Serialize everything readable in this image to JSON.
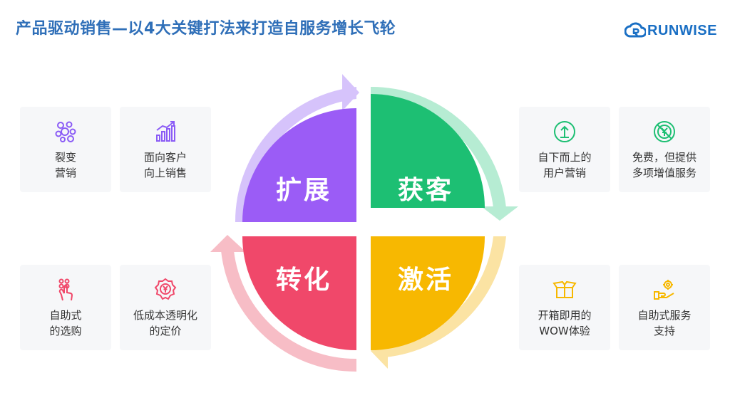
{
  "title": "产品驱动销售—以4大关键打法来打造自服务增长飞轮",
  "logo": {
    "text": "RUNWISE",
    "icon": "cloud-logo-icon"
  },
  "colors": {
    "expand": "#9b5cf6",
    "expand_arrow": "#d6c3fb",
    "acquire": "#1dbf73",
    "acquire_arrow": "#b6ecd3",
    "activate": "#f7b801",
    "activate_arrow": "#fbe3a3",
    "convert": "#f0486a",
    "convert_arrow": "#f7bdc6"
  },
  "quadrants": {
    "expand": "扩展",
    "acquire": "获客",
    "convert": "转化",
    "activate": "激活"
  },
  "cards": {
    "fission": {
      "label": "裂变\n营销",
      "icon": "bubbles-icon",
      "color": "#8b5cf6"
    },
    "upsell": {
      "label": "面向客户\n向上销售",
      "icon": "growth-chart-icon",
      "color": "#8b5cf6"
    },
    "bottom_up": {
      "label": "自下而上的\n用户营销",
      "icon": "upload-arrow-icon",
      "color": "#1dbf73"
    },
    "freemium": {
      "label": "免费，但提供\n多项增值服务",
      "icon": "free-yuan-icon",
      "color": "#1dbf73"
    },
    "self_select": {
      "label": "自助式\n的选购",
      "icon": "tap-hand-icon",
      "color": "#f0486a"
    },
    "pricing": {
      "label": "低成本透明化\n的定价",
      "icon": "price-badge-icon",
      "color": "#f0486a"
    },
    "unbox": {
      "label": "开箱即用的\nWOW体验",
      "icon": "open-box-icon",
      "color": "#f7b801"
    },
    "support": {
      "label": "自助式服务\n支持",
      "icon": "service-hand-icon",
      "color": "#f7b801"
    }
  }
}
